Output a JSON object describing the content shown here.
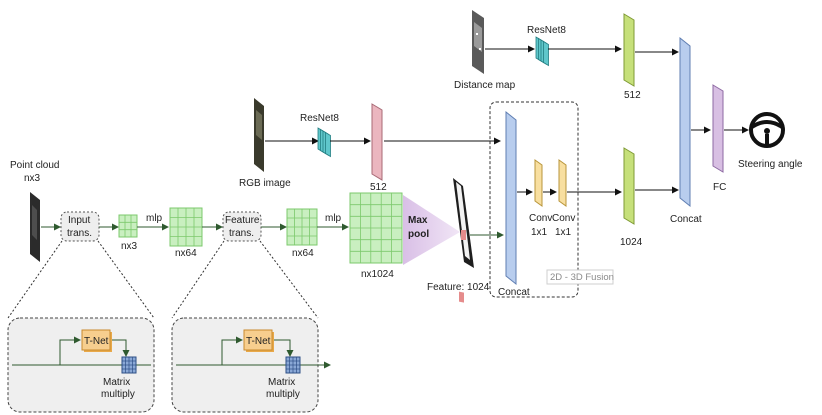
{
  "inputs": {
    "point_cloud": "Point cloud",
    "point_cloud_dims": "nx3",
    "rgb_image": "RGB image",
    "distance_map": "Distance map"
  },
  "pointnet": {
    "input_trans_line1": "Input",
    "input_trans_line2": "trans.",
    "nx3": "nx3",
    "mlp1": "mlp",
    "nx64_a": "nx64",
    "feature_trans_line1": "Feature",
    "feature_trans_line2": "trans.",
    "nx64_b": "nx64",
    "mlp2": "mlp",
    "nx1024": "nx1024",
    "maxpool_line1": "Max",
    "maxpool_line2": "pool",
    "feature_label": "Feature: 1024"
  },
  "tnet_boxes": [
    {
      "tnet": "T-Net",
      "mm_line1": "Matrix",
      "mm_line2": "multiply"
    },
    {
      "tnet": "T-Net",
      "mm_line1": "Matrix",
      "mm_line2": "multiply"
    }
  ],
  "image_branch": {
    "resnet_rgb": "ResNet8",
    "dim_rgb": "512",
    "resnet_dist": "ResNet8",
    "dim_dist": "512"
  },
  "fusion": {
    "concat": "Concat",
    "conv1_line1": "Conv",
    "conv1_line2": "1x1",
    "conv2_line1": "Conv",
    "conv2_line2": "1x1",
    "fusion_label": "2D - 3D Fusion",
    "dim_fused": "1024"
  },
  "head": {
    "concat": "Concat",
    "fc": "FC",
    "output": "Steering angle"
  },
  "colors": {
    "green_grid": "#c9efc0",
    "green_grid_line": "#7cc96c",
    "blue_bar": "#b8cdee",
    "pink_bar": "#ebb6bf",
    "lime_bar": "#c6e07a",
    "yellow_conv": "#f8dfa0",
    "purple_fc": "#d8bfe3",
    "tnet_orange": "#f7ce8e",
    "resnet_teal": "#5fc7cb",
    "maxpool_purple": "#dcc3e8"
  },
  "icons": [
    "steering-wheel-icon",
    "point-cloud-image",
    "rgb-image",
    "distance-map-image",
    "feature-map-image",
    "matrix-icon"
  ]
}
